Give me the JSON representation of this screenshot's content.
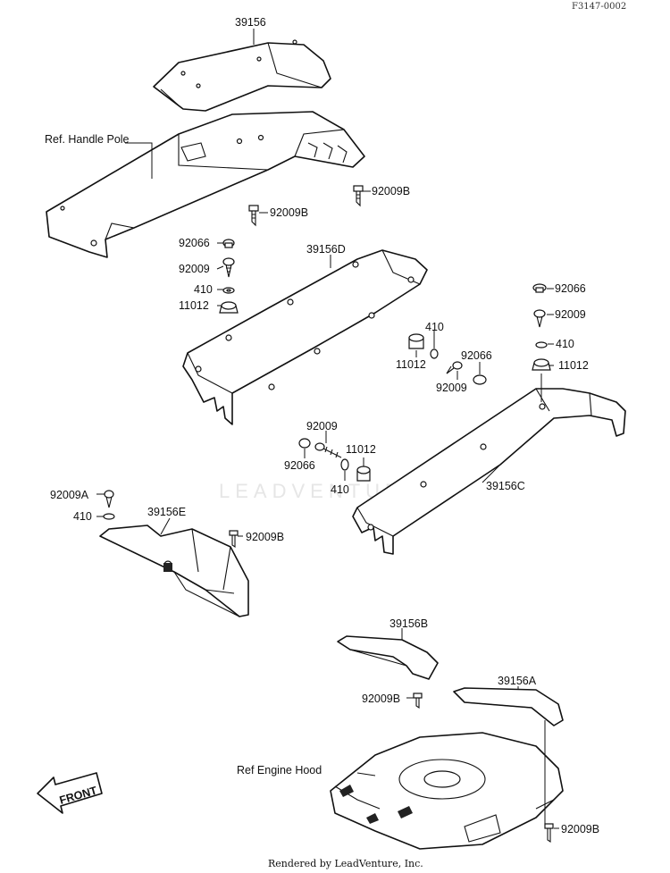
{
  "diagram": {
    "code": "F3147-0002",
    "footer": "Rendered by LeadVenture, Inc.",
    "watermark": "LEADVENTURE",
    "labels": {
      "p39156": "39156",
      "ref_handle_pole": "Ref. Handle Pole",
      "s92009B_a": "92009B",
      "s92009B_b": "92009B",
      "c92066_l": "92066",
      "s92009_l": "92009",
      "w410_l": "410",
      "n11012_l": "11012",
      "p39156D": "39156D",
      "n11012_m": "11012",
      "w410_m": "410",
      "c92066_m": "92066",
      "s92009_m": "92009",
      "c92066_r": "92066",
      "s92009_r": "92009",
      "w410_r": "410",
      "n11012_r": "11012",
      "s92009_c": "92009",
      "c92066_c": "92066",
      "n11012_c": "11012",
      "w410_c": "410",
      "p39156C": "39156C",
      "s92009A": "92009A",
      "w410_e": "410",
      "p39156E": "39156E",
      "s92009B_e": "92009B",
      "p39156B": "39156B",
      "s92009B_f": "92009B",
      "p39156A": "39156A",
      "ref_engine_hood": "Ref Engine Hood",
      "s92009B_g": "92009B",
      "front": "FRONT"
    }
  }
}
